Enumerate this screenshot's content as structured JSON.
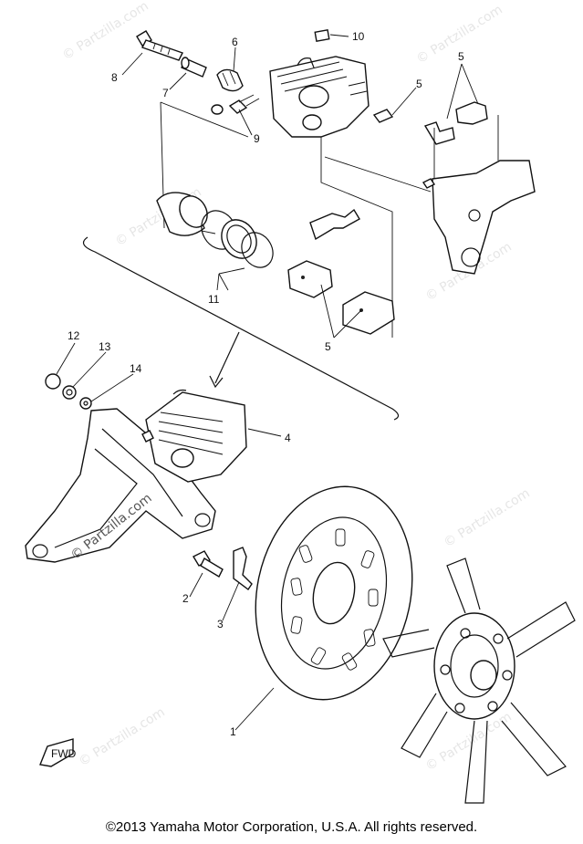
{
  "copyright": "©2013  Yamaha Motor Corporation, U.S.A. All rights reserved.",
  "watermark": "© Partzilla.com",
  "diagram_watermark": "© Partzilla.com",
  "fwd_label": "FWD",
  "callouts": {
    "p1": "1",
    "p2": "2",
    "p3": "3",
    "p4": "4",
    "p5_top": "5",
    "p5_right": "5",
    "p5_bottom": "5",
    "p6": "6",
    "p7": "7",
    "p8": "8",
    "p9": "9",
    "p10": "10",
    "p11": "11",
    "p12": "12",
    "p13": "13",
    "p14": "14"
  },
  "colors": {
    "line": "#111111",
    "watermark": "#e6e6e6",
    "background": "#ffffff"
  }
}
